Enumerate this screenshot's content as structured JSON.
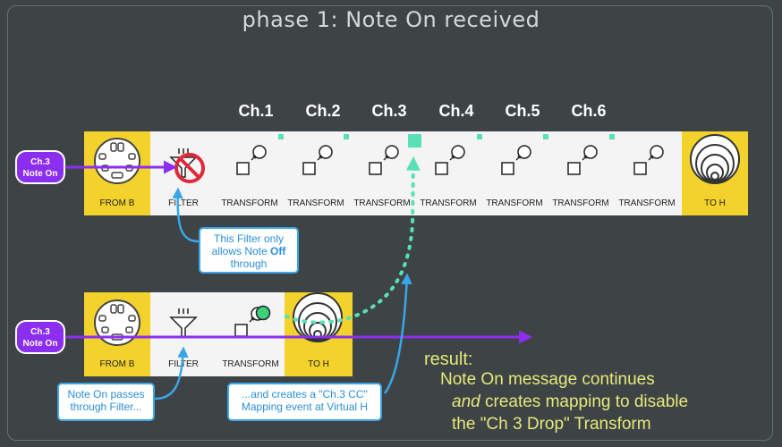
{
  "title": "phase 1:  Note On received",
  "channels": [
    "Ch.1",
    "Ch.2",
    "Ch.3",
    "Ch.4",
    "Ch.5",
    "Ch.6"
  ],
  "top_row": {
    "from": "FROM B",
    "filter": "FILTER",
    "transform": "TRANSFORM",
    "to": "TO H",
    "pill_line1": "Ch.3",
    "pill_line2": "Note On"
  },
  "bottom_row": {
    "from": "FROM B",
    "filter": "FILTER",
    "transform": "TRANSFORM",
    "to": "TO H",
    "pill_line1": "Ch.3",
    "pill_line2": "Note On"
  },
  "callouts": {
    "filter_top": [
      "This Filter only",
      "allows Note ",
      "Off",
      "through"
    ],
    "filter_bottom": [
      "Note On passes",
      "through Filter..."
    ],
    "virtual_h": [
      "...and creates a \"Ch.3 CC\"",
      "Mapping event at Virtual H"
    ]
  },
  "result": {
    "heading": "result:",
    "line1": "Note On message continues",
    "line2_em": "and",
    "line2_rest": " creates mapping to disable",
    "line3": "the \"Ch 3 Drop\" Transform"
  },
  "colors": {
    "background": "#3e4446",
    "rail": "#f4f4f4",
    "port_yellow": "#f3d22c",
    "midi_purple": "#8c2ef0",
    "mapping_teal": "#59e0b6",
    "callout_blue": "#3aa6e8",
    "result_yellow": "#e6e87a",
    "block_red": "#e0283a"
  }
}
